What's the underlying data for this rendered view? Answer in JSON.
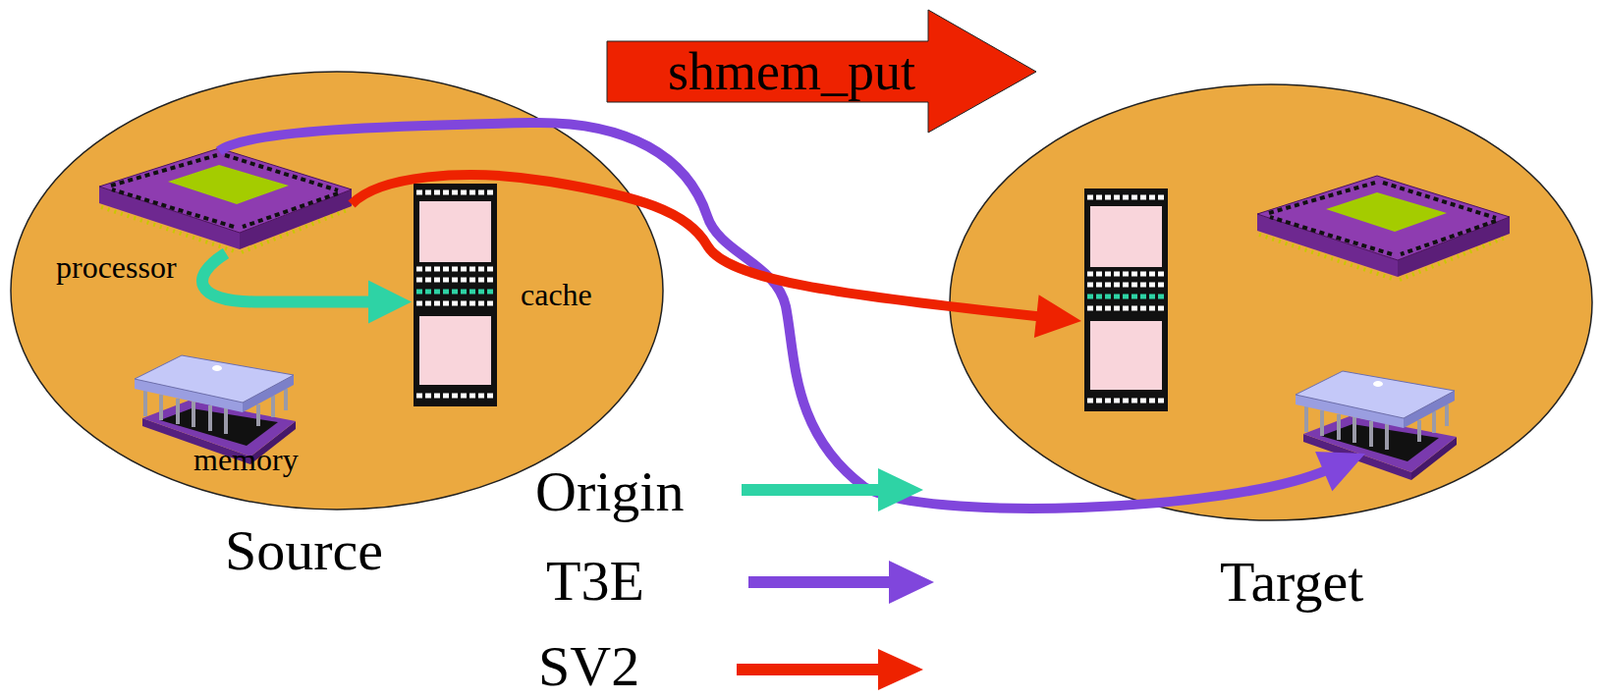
{
  "diagram": {
    "nodes": [
      {
        "text": [
          "shmem_put"
        ]
      },
      {
        "text": [
          "Source"
        ]
      },
      {
        "text": [
          "processor"
        ],
        "in": 1
      },
      {
        "text": [
          "cache"
        ],
        "in": 1
      },
      {
        "text": [
          "memory"
        ],
        "in": 1
      },
      {
        "text": [
          "Target"
        ]
      }
    ],
    "edges": [
      {
        "from": 2,
        "to": 3,
        "arrow": "to"
      },
      {
        "from": 2,
        "to": 5,
        "arrow": "to"
      },
      {
        "from": 2,
        "to": 5,
        "arrow": "to"
      }
    ],
    "legend": [
      {
        "text": "Origin"
      },
      {
        "text": "T3E"
      },
      {
        "text": "SV2"
      }
    ]
  }
}
